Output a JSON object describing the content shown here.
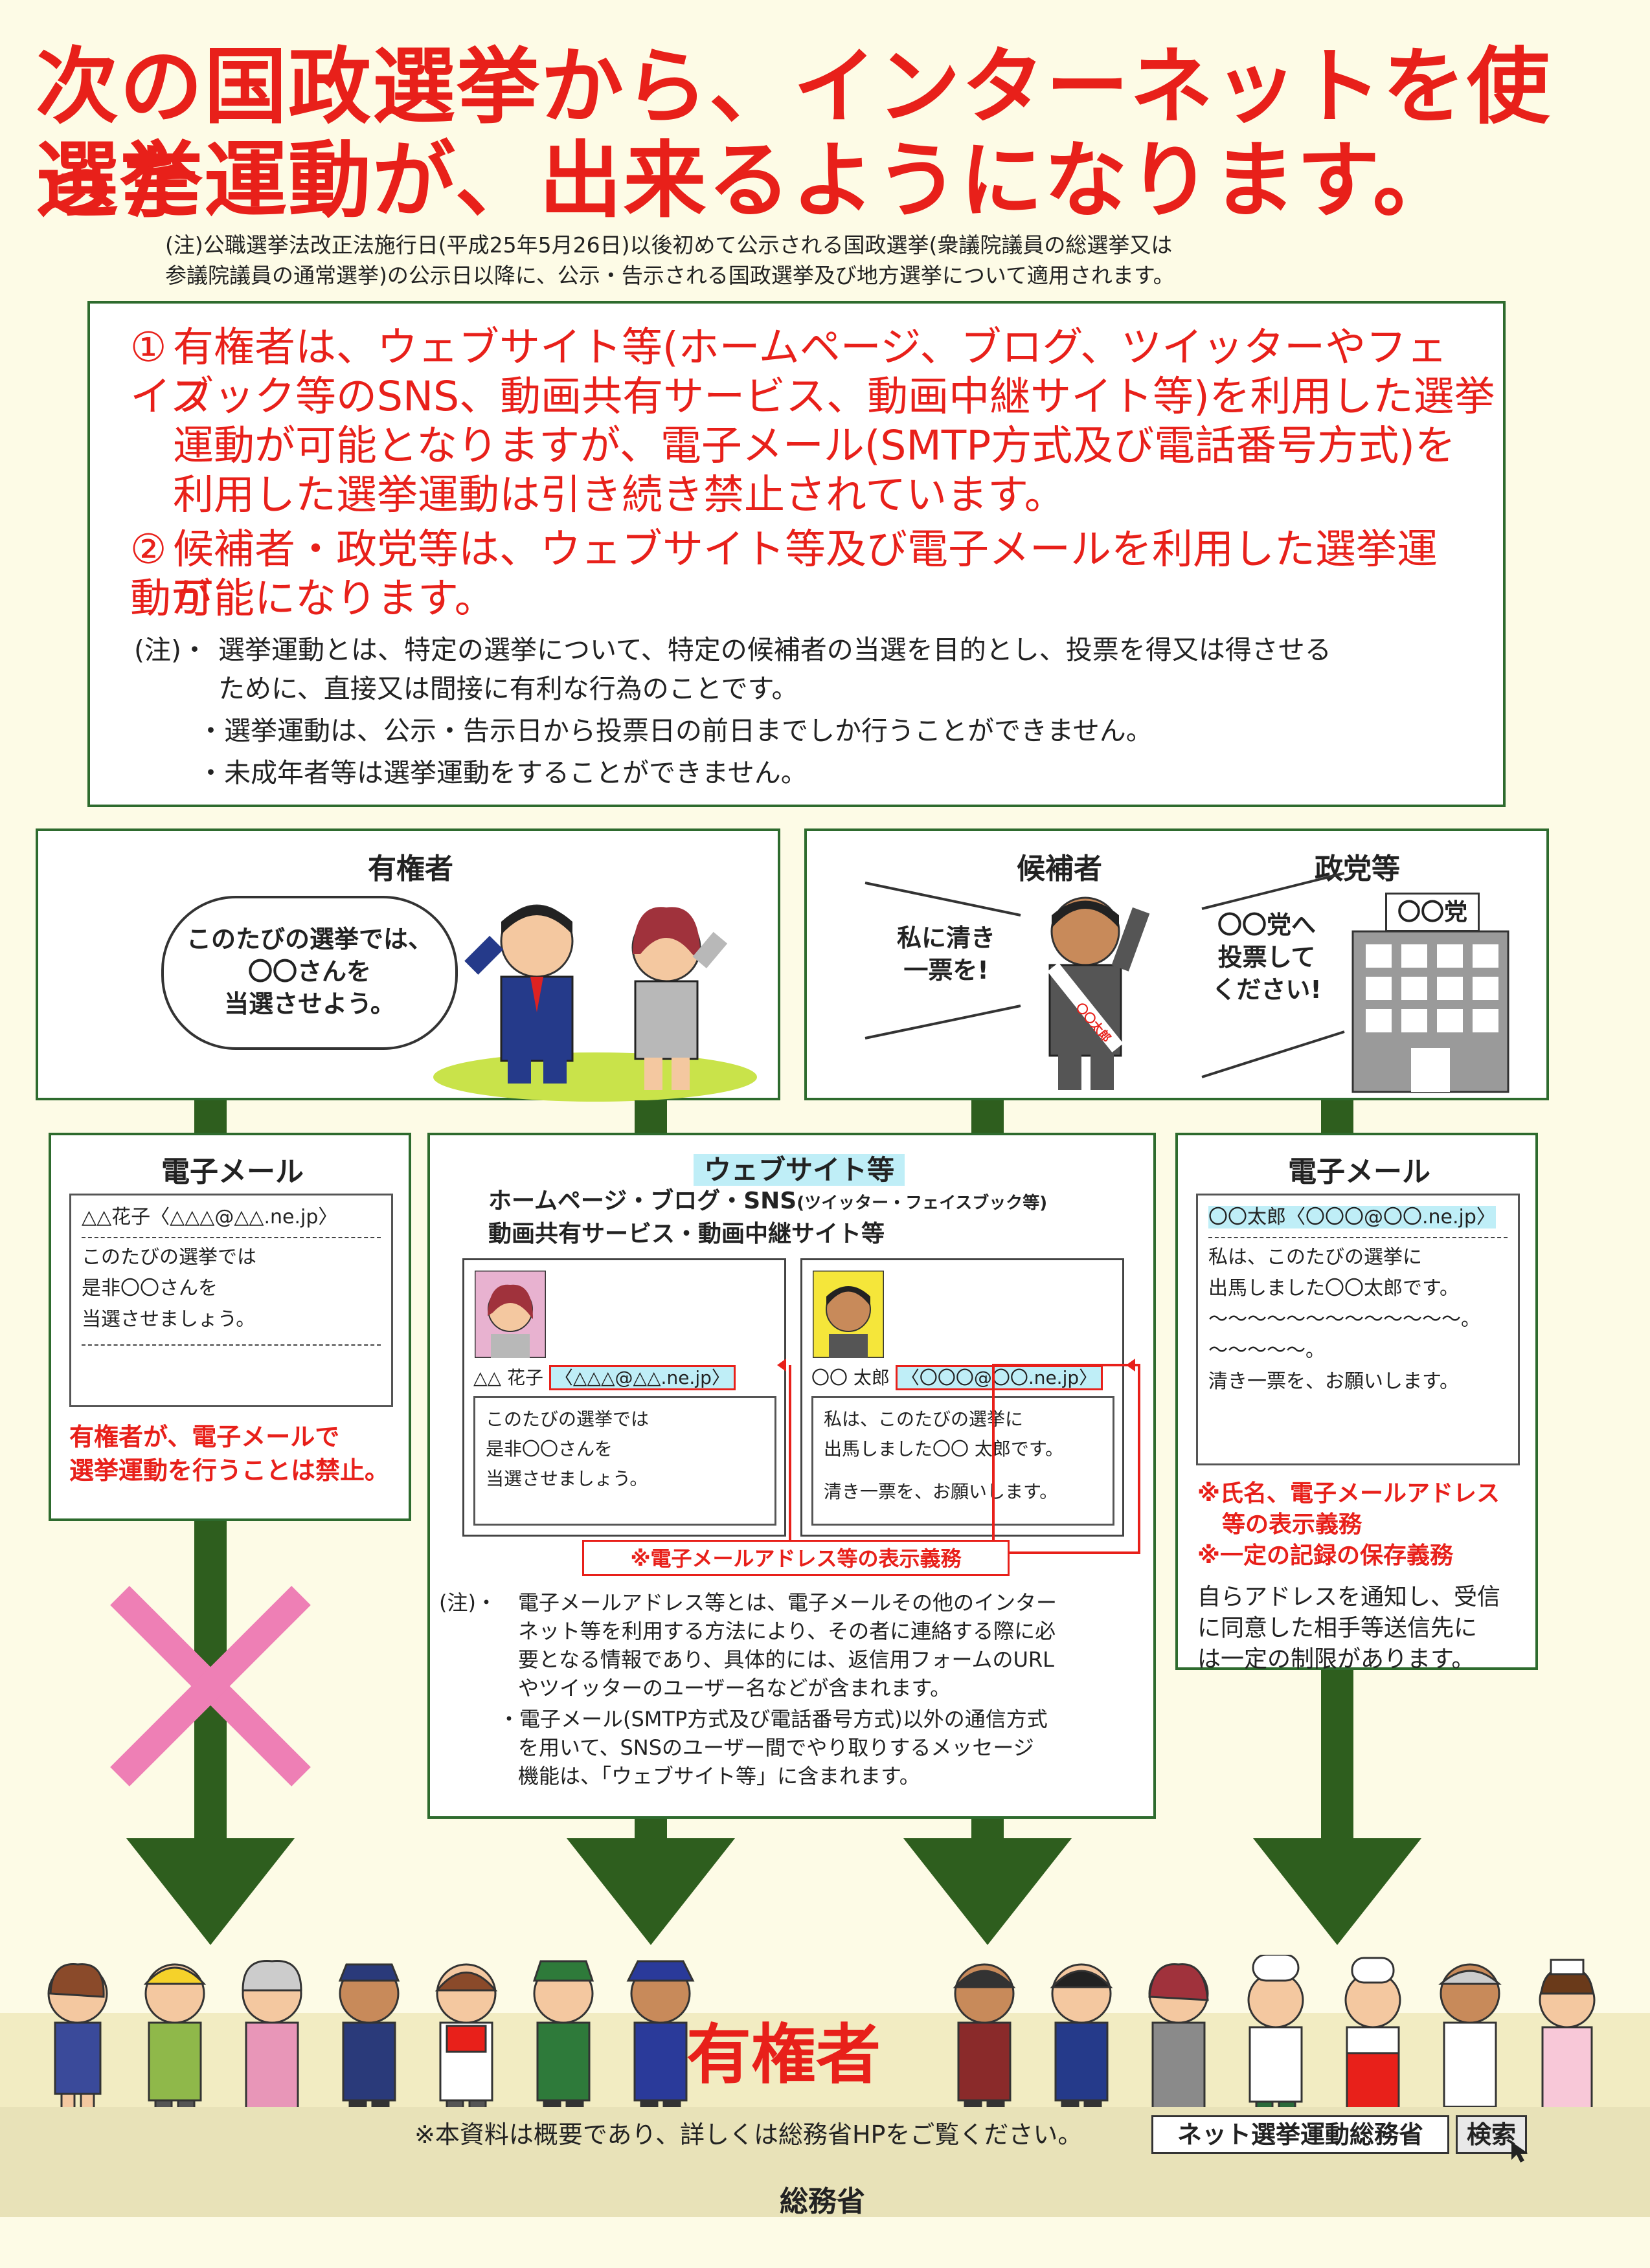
{
  "headline": {
    "line1": "次の国政選挙から、インターネットを使った",
    "line2": "選挙運動が、出来るようになります。"
  },
  "top_note": {
    "line1": "(注)公職選挙法改正法施行日(平成25年5月26日)以後初めて公示される国政選挙(衆議院議員の総選挙又は",
    "line2": "参議院議員の通常選挙)の公示日以降に、公示・告示される国政選挙及び地方選挙について適用されます。"
  },
  "main_points": {
    "p1_idx": "①",
    "p1_l1": "有権者は、ウェブサイト等(ホームページ、ブログ、ツイッターやフェイス",
    "p1_l2": "ブック等のSNS、動画共有サービス、動画中継サイト等)を利用した選挙",
    "p1_l3": "運動が可能となりますが、電子メール(SMTP方式及び電話番号方式)を",
    "p1_l4": "利用した選挙運動は引き続き禁止されています。",
    "p2_idx": "②",
    "p2_l1": "候補者・政党等は、ウェブサイト等及び電子メールを利用した選挙運動が",
    "p2_l2": "可能になります。",
    "note_head": "(注)・",
    "note1_l1": "選挙運動とは、特定の選挙について、特定の候補者の当選を目的とし、投票を得又は得させる",
    "note1_l2": "ために、直接又は間接に有利な行為のことです。",
    "note2": "・選挙運動は、公示・告示日から投票日の前日までしか行うことができません。",
    "note3": "・未成年者等は選挙運動をすることができません。"
  },
  "voter_panel": {
    "title": "有権者",
    "bubble_l1": "このたびの選挙では、",
    "bubble_l2": "〇〇さんを",
    "bubble_l3": "当選させよう。"
  },
  "candidate_panel": {
    "title_candidate": "候補者",
    "title_party": "政党等",
    "cand_speech_l1": "私に清き",
    "cand_speech_l2": "一票を!",
    "party_speech_l1": "〇〇党へ",
    "party_speech_l2": "投票して",
    "party_speech_l3": "ください!",
    "building_sign": "〇〇党",
    "sash": "〇〇太郎"
  },
  "email_left": {
    "title": "電子メール",
    "addr": "△△花子〈△△△@△△.ne.jp〉",
    "body_l1": "このたびの選挙では",
    "body_l2": "是非〇〇さんを",
    "body_l3": "当選させましょう。",
    "warn_l1": "有権者が、電子メールで",
    "warn_l2": "選挙運動を行うことは禁止。"
  },
  "website_panel": {
    "title": "ウェブサイト等",
    "sub_l1": "ホームページ・ブログ・SNS",
    "sub_l1_small": "(ツイッター・フェイスブック等)",
    "sub_l2": "動画共有サービス・動画中継サイト等",
    "left_name": "△△ 花子",
    "left_addr": "〈△△△@△△.ne.jp〉",
    "left_body_l1": "このたびの選挙では",
    "left_body_l2": "是非〇〇さんを",
    "left_body_l3": "当選させましょう。",
    "right_name": "〇〇 太郎",
    "right_addr": "〈〇〇〇@〇〇.ne.jp〉",
    "right_body_l1": "私は、このたびの選挙に",
    "right_body_l2": "出馬しました〇〇 太郎です。",
    "right_body_l3": "清き一票を、お願いします。",
    "obligation": "※電子メールアドレス等の表示義務",
    "note_head": "(注)・",
    "note1_l1": "電子メールアドレス等とは、電子メールその他のインター",
    "note1_l2": "ネット等を利用する方法により、その者に連絡する際に必",
    "note1_l3": "要となる情報であり、具体的には、返信用フォームのURL",
    "note1_l4": "やツイッターのユーザー名などが含まれます。",
    "note2_l1": "・電子メール(SMTP方式及び電話番号方式)以外の通信方式",
    "note2_l2": "を用いて、SNSのユーザー間でやり取りするメッセージ",
    "note2_l3": "機能は、「ウェブサイト等」に含まれます。"
  },
  "email_right": {
    "title": "電子メール",
    "addr": "〇〇太郎〈〇〇〇@〇〇.ne.jp〉",
    "body_l1": "私は、このたびの選挙に",
    "body_l2": "出馬しました〇〇太郎です。",
    "body_l3": "〜〜〜〜〜〜〜〜〜〜〜〜〜。",
    "body_l4": "〜〜〜〜〜。",
    "body_l5": "清き一票を、お願いします。",
    "duty_l1": "※氏名、電子メールアドレス",
    "duty_l2": "等の表示義務",
    "duty_l3": "※一定の記録の保存義務",
    "limit_l1": "自らアドレスを通知し、受信",
    "limit_l2": "に同意した相手等送信先に",
    "limit_l3": "は一定の制限があります。"
  },
  "bottom": {
    "voters_label": "有権者",
    "footer_note": "※本資料は概要であり、詳しくは総務省HPをご覧ください。",
    "search_box": "ネット選挙運動総務省",
    "search_button": "検索",
    "ministry": "総務省"
  },
  "colors": {
    "red": "#e8201a",
    "green": "#2e6b2e",
    "dark_green": "#2e5e1e",
    "cream": "#fdfbe6",
    "pink": "#ee7fb5",
    "cyan": "#bfeef7"
  }
}
